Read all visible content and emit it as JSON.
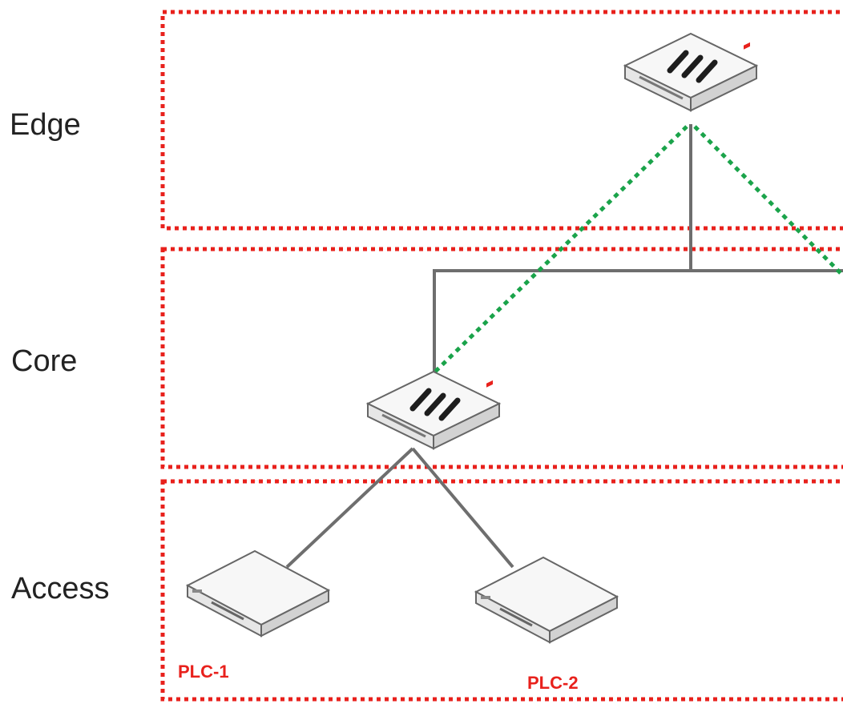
{
  "colors": {
    "zone_border": "#e8211c",
    "wired_link": "#6e6e6e",
    "wireless_link": "#1aa34a",
    "device_label": "#e8211c",
    "device_body": "#f4f4f4",
    "device_edge": "#555555"
  },
  "zones": [
    {
      "label": "Edge"
    },
    {
      "label": "Core"
    },
    {
      "label": "Access"
    }
  ],
  "devices": [
    {
      "icon": "firewall-icon",
      "label": ""
    },
    {
      "icon": "firewall-icon",
      "label": ""
    },
    {
      "icon": "switch-icon",
      "label": "PLC-1"
    },
    {
      "icon": "switch-icon",
      "label": "PLC-2"
    }
  ]
}
